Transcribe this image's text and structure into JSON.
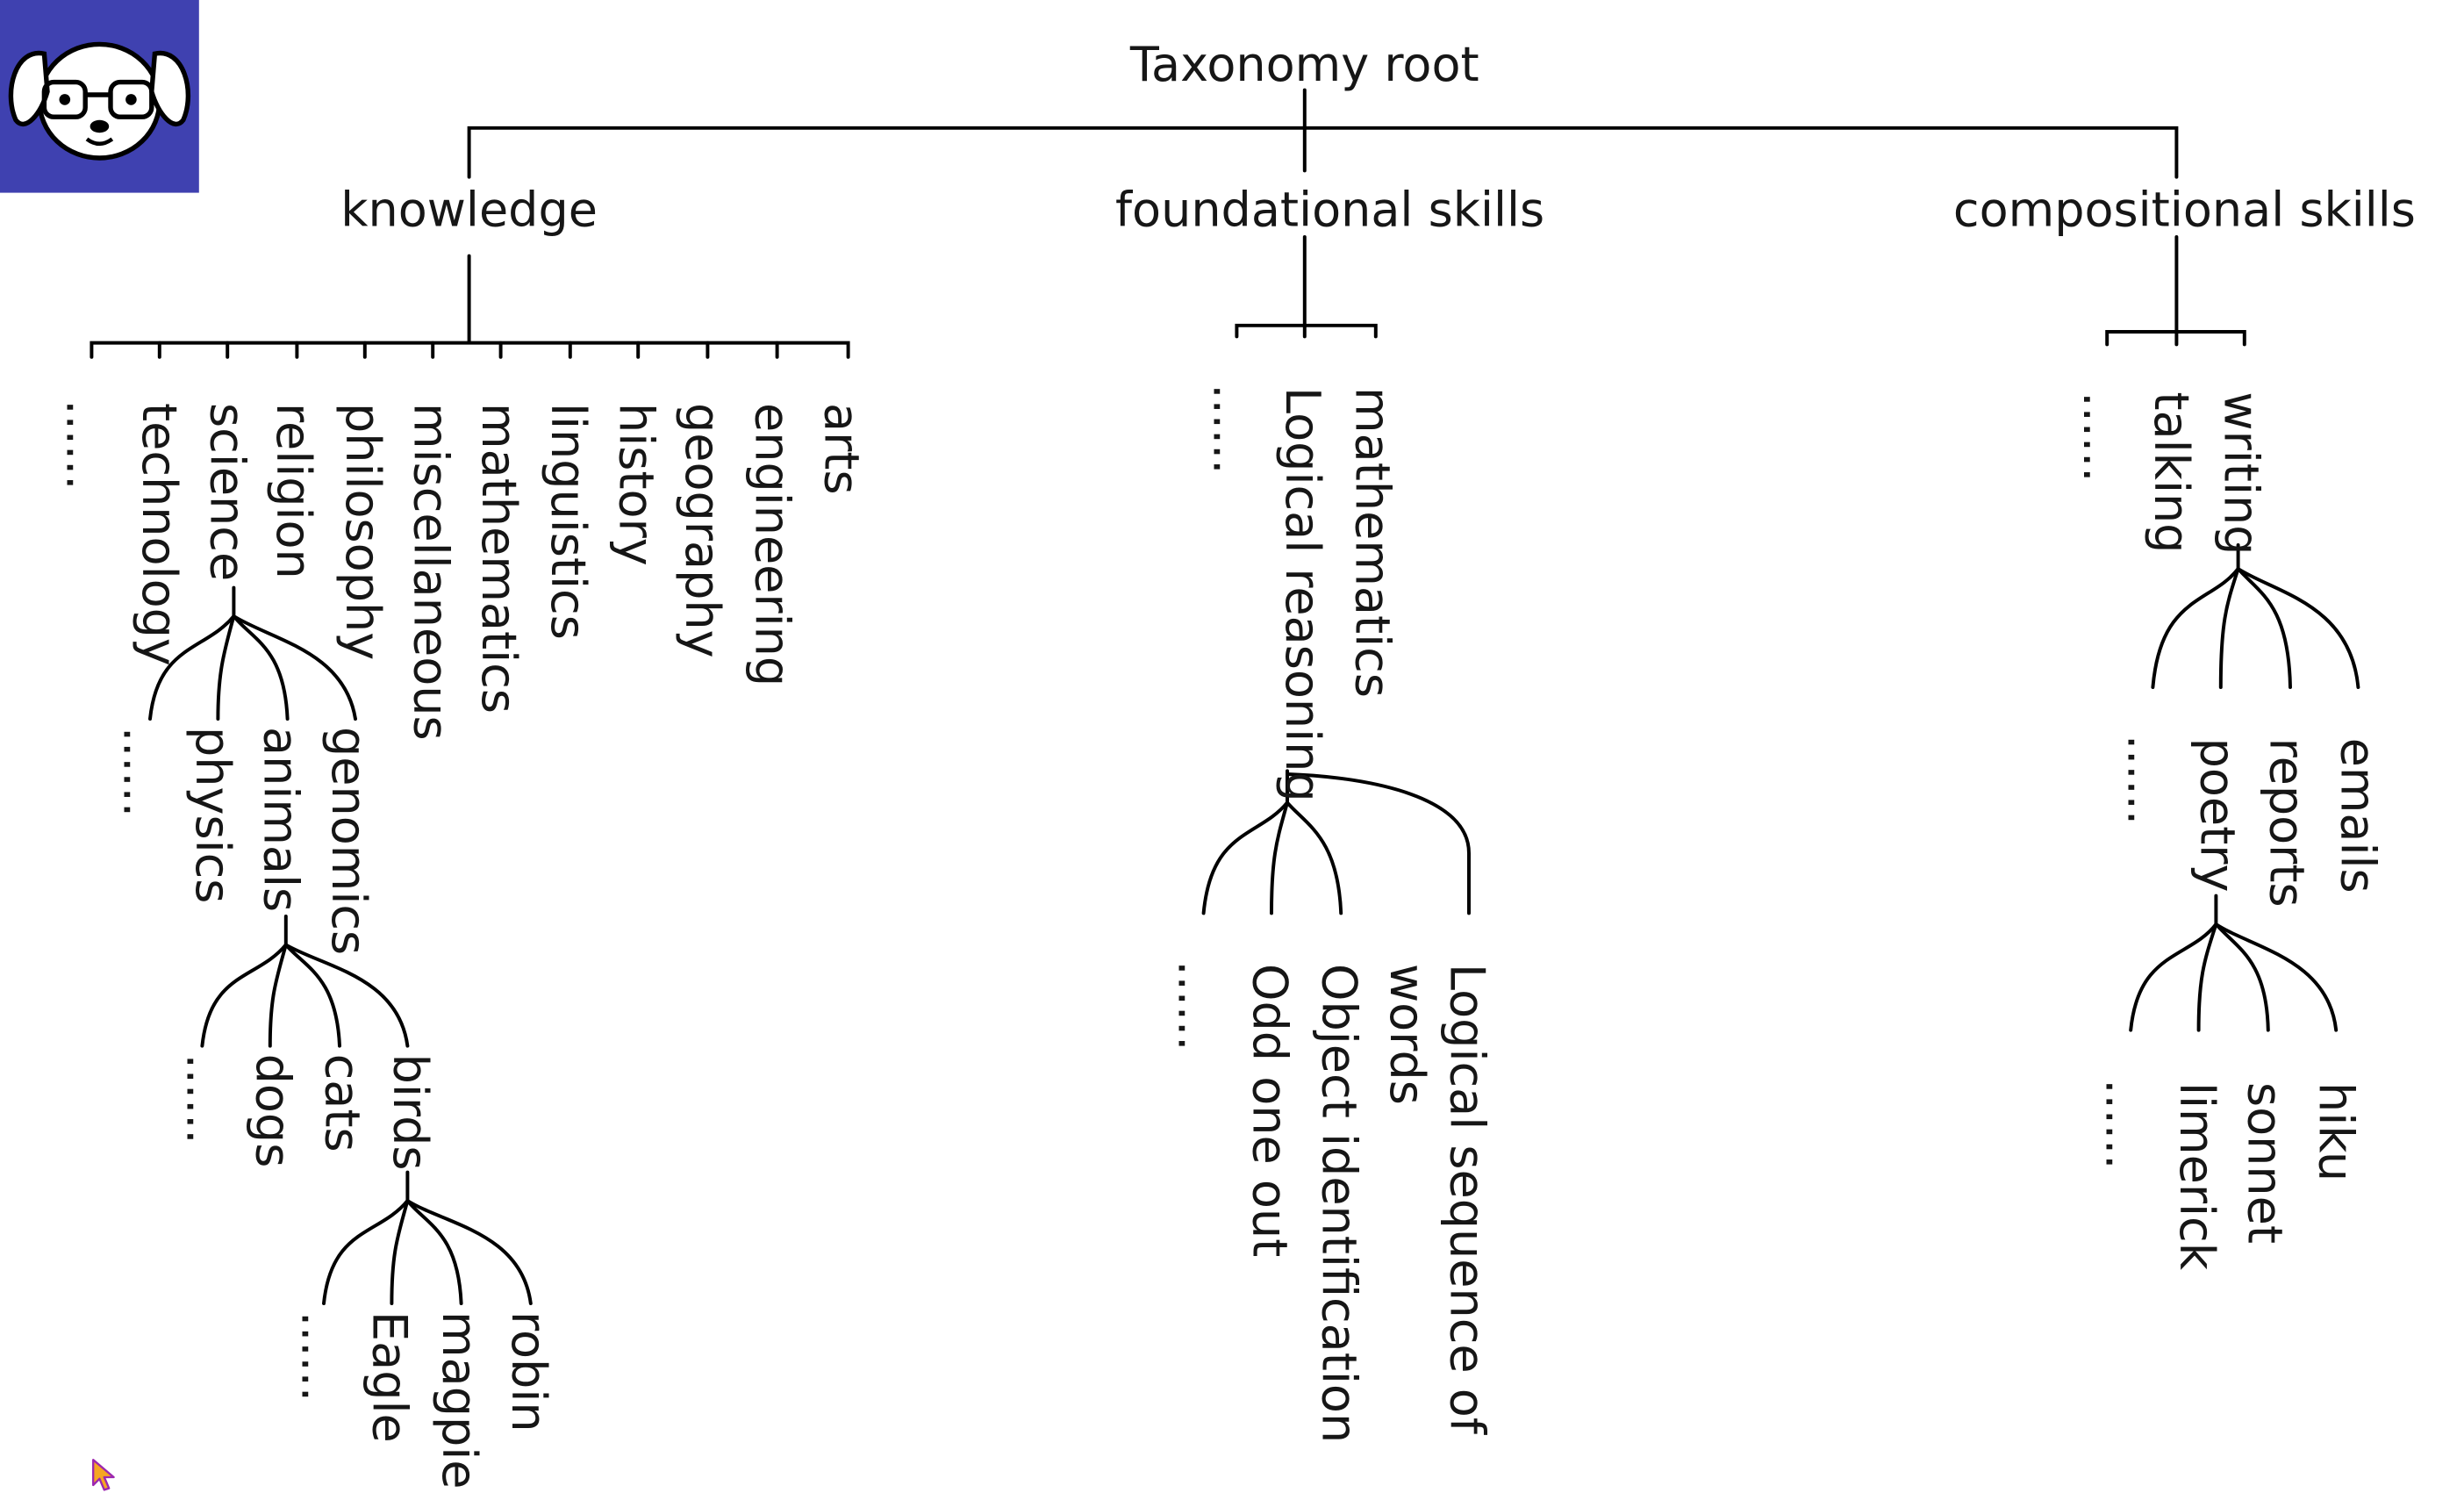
{
  "logo": {
    "name": "dog-mascot-logo",
    "background": "#3f41b0"
  },
  "tree": {
    "root": "Taxonomy root",
    "categories": [
      "knowledge",
      "foundational skills",
      "compositional skills"
    ],
    "knowledge": {
      "children": [
        "......",
        "technology",
        "science",
        "religion",
        "philosophy",
        "miscellaneous",
        "mathematics",
        "linguistics",
        "history",
        "geography",
        "engineering",
        "arts"
      ],
      "science": {
        "children": [
          "......",
          "physics",
          "animals",
          "genomics"
        ],
        "animals": {
          "children": [
            "......",
            "dogs",
            "cats",
            "birds"
          ],
          "birds": {
            "children": [
              "......",
              "Eagle",
              "magpie",
              "robin"
            ]
          }
        }
      }
    },
    "foundational": {
      "children": [
        "......",
        "Logical reasoning",
        "mathematics"
      ],
      "logical_reasoning": {
        "children": [
          "......",
          "Odd one out",
          "Object identification",
          "Logical sequence of",
          "words"
        ]
      }
    },
    "compositional": {
      "children": [
        "......",
        "talking",
        "writing"
      ],
      "writing": {
        "children": [
          "......",
          "poetry",
          "reports",
          "emails"
        ],
        "poetry": {
          "children": [
            "......",
            "limerick",
            "sonnet",
            "hiku"
          ]
        }
      }
    }
  },
  "cursor": {
    "icon": "mouse-cursor-icon",
    "color": "#f5a623"
  }
}
